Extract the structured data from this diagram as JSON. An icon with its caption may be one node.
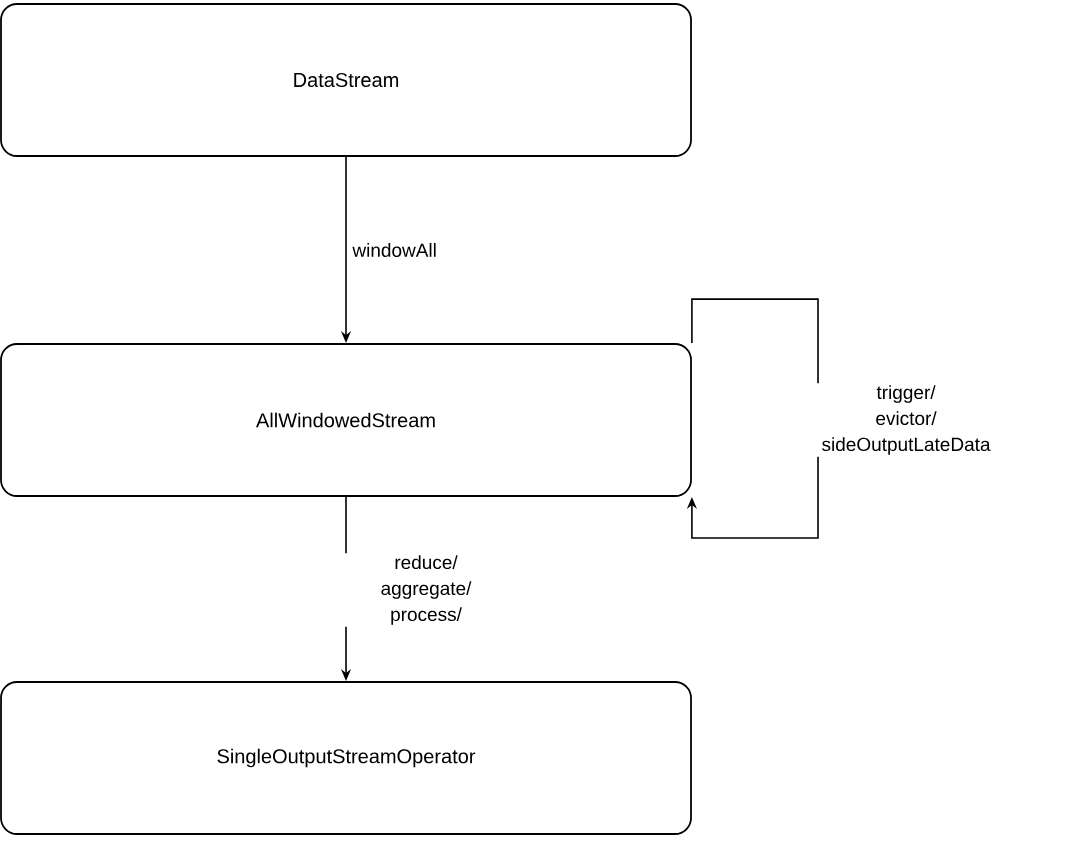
{
  "diagram": {
    "nodes": [
      {
        "text": [
          "DataStream"
        ]
      },
      {
        "text": [
          "AllWindowedStream"
        ]
      },
      {
        "text": [
          "SingleOutputStreamOperator"
        ]
      }
    ],
    "edges": [
      {
        "from": 0,
        "to": 1,
        "arrow": "to",
        "label": "windowAll"
      },
      {
        "from": 1,
        "to": 2,
        "arrow": "to",
        "label": "reduce/ aggregate/ process/"
      },
      {
        "from": 1,
        "to": 1,
        "arrow": "to",
        "label": "trigger/ evictor/ sideOutputLateData"
      }
    ]
  }
}
